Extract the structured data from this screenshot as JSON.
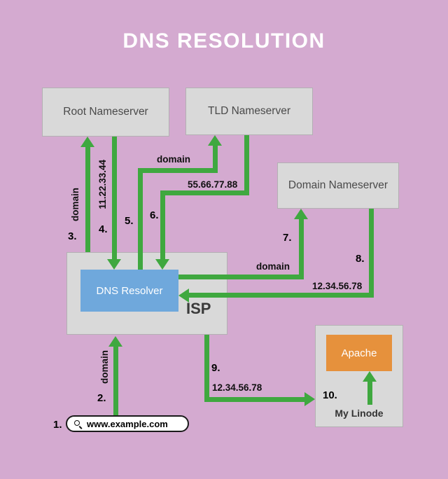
{
  "title": "DNS RESOLUTION",
  "colors": {
    "background": "#d4aad0",
    "node_fill": "#d9d9d9",
    "node_border": "#b3b0b3",
    "node_text": "#4a4a4a",
    "resolver_fill": "#6fa8dc",
    "apache_fill": "#e6913c",
    "arrow_green": "#3fa83f",
    "title_text": "#ffffff",
    "label_text": "#000000"
  },
  "nodes": {
    "root_nameserver": "Root Nameserver",
    "tld_nameserver": "TLD Nameserver",
    "domain_nameserver": "Domain Nameserver",
    "dns_resolver": "DNS Resolver",
    "isp": "ISP",
    "apache": "Apache",
    "my_linode": "My Linode"
  },
  "query_box": {
    "text": "www.example.com",
    "icon": "magnifier"
  },
  "steps": {
    "s1": "1.",
    "s2": "2.",
    "s3": "3.",
    "s4": "4.",
    "s5": "5.",
    "s6": "6.",
    "s7": "7.",
    "s8": "8.",
    "s9": "9.",
    "s10": "10."
  },
  "arrow_labels": {
    "step2": "domain",
    "step3": "domain",
    "step4": "11.22.33.44",
    "step5": "domain",
    "step6": "55.66.77.88",
    "step7": "domain",
    "step8": "12.34.56.78",
    "step9": "12.34.56.78"
  }
}
